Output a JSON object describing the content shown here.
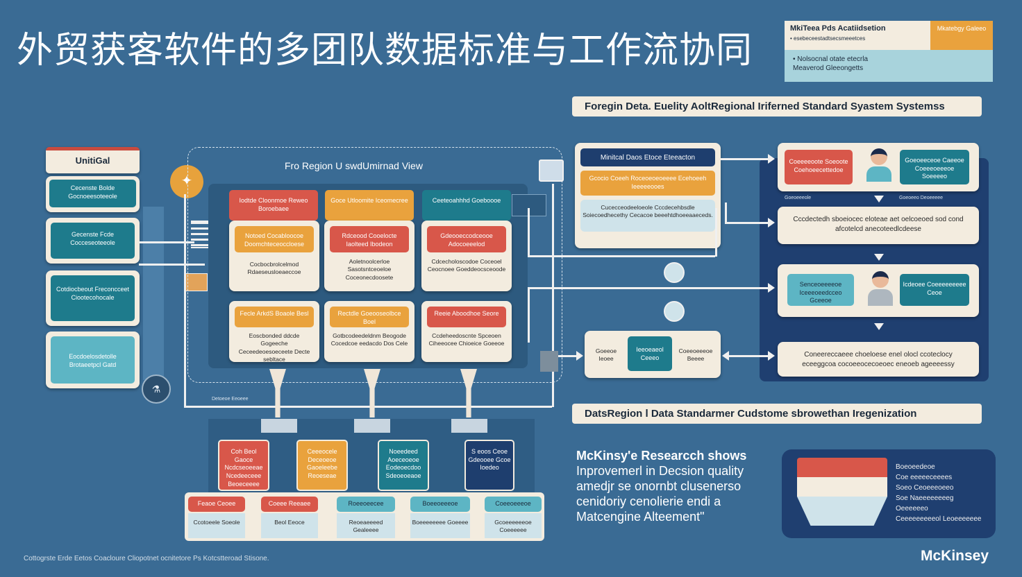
{
  "title": "外贸获客软件的多团队数据标准与工作流协同",
  "legend": {
    "header": "MkiTeea Pds Acatiidsetion",
    "header_sub": "• esebeceestadtsecsmeeetces",
    "side": "Mkatebgy Galeeo",
    "line1": "• Nolsocnal otate etecrla",
    "line2": "Meaverod Gleeongetts"
  },
  "banner_top": "Foregin Deta. Euelity AoltRegional Iriferned Standard Syastem Systemss",
  "banner_bottom": "DatsRegion l Data Standarmer Cudstome sbrowethan Iregenization",
  "left_column": {
    "header": "UnitiGal",
    "items": [
      "Cecenste Bolde Gocnoeesoteeole",
      "Gecenste Fcde Cocceseoteeole",
      "Cotdiocbeout Freconcceet Ciootecohocale",
      "Eocdoelosdetolle Brotaeetpcl Gatd"
    ]
  },
  "center": {
    "caption": "Fro Region U swdUmirnad View",
    "col_headers": [
      "Iodtde Cloonmoe Reweo Boroebaee",
      "Goce Utloomite Iceomecree",
      "Ceeteoahhhd Goeboooe"
    ],
    "mid_cards": [
      {
        "hdr": "Notoed Cocabloocoe Doomchteceoccloese",
        "txt": "Cocbocbrolcelmod Rdaeseusloeaeccoe"
      },
      {
        "hdr": "Rdceood Cooelocte Iaolteed Ibodeon",
        "txt": "Aoletnoolcerloe Sasotsntceoeloe Coceonecdoosete"
      },
      {
        "hdr": "Gdeooeccodceooe Adocoeeelod",
        "txt": "Cdcecholoscodoe Coceoel Ceocnoee Goeddeocsceoode"
      }
    ],
    "low_cards": [
      {
        "hdr": "Fecle ArkdS Boaole Besl",
        "txt": "Eoscbonded ddcde Gogeeche Ceceedeoesoeceete Decte sebltace"
      },
      {
        "hdr": "Rectdle Goeooseolbce Boel",
        "txt": "Gotbcodeedeldnm Beogode Cocedcoe eedacdo Dos Cele"
      },
      {
        "hdr": "Reeie Aboodhoe Seore",
        "txt": "Ccdeheedoscnte Spceoen Ciheeocee Chioeice Goeeoe"
      }
    ],
    "bottom_note": "Detoeoe Eeoeee"
  },
  "bottom_tiles": [
    {
      "label": "Coh Beol Gaoce Ncdcseoeeae Ncedeeceee Beoeceeee"
    },
    {
      "label": "Ceeeocele Deceoeoe Gaoeleebe Reoeseae"
    },
    {
      "label": "Noeedeed Aoeceoeoe Eodeoecdoo Sdeoeoeaoe"
    },
    {
      "label": "S eoos Ceoe Gdeooee Gcoe Ioedeo"
    }
  ],
  "bottom_row": [
    {
      "hdr": "Feaoe Ceoee",
      "txt": "Ccotoeele Soeole"
    },
    {
      "hdr": "Coeee Reeaee",
      "txt": "Beol Eeoce"
    },
    {
      "hdr": "Roeeoeecee",
      "txt": "Reoeaeeeed Gealeeee"
    },
    {
      "hdr": "Boeeoeeeoe",
      "txt": "Boeeeeeeee Goeeee"
    },
    {
      "hdr": "Coeeoeeeoe",
      "txt": "Gcoeeeeeeoe Coeeeeee"
    }
  ],
  "right_top_box": {
    "header": "Minitcal Daos Etoce Eteeacton",
    "row1": "Gcocio Coeeh Roceoeoeoeeee Ecehoeeh Ieeeeeooes",
    "row2": "Cucecceodeeloeole Cccdecehbsdle Soiecoedhecethy Cecacoe beeehtdhoeeaaeceds."
  },
  "right_panel": {
    "card1_left": "Coeeeeoote Soeoote Coehoeecettedoe",
    "card1_right": "Goeoeeceoe Caeeoe Coeeeoeeeoe Soeeeeo",
    "card2": "Cccdectedh sboeiocec eloteae aet oelcoeoed sod cond afcotelcd anecoteedlcdeese",
    "card3_left": "Senceoeeeeoe Iceeeoeedcceo Gceeoe",
    "card3_right": "Icdeoee Coeeeeeeeee Ceoe",
    "card4": "Coneereccaeee choeloese enel olocl ccoteclocy eceeggcoa cocoeeocecoeoec eneoeb ageeeessy",
    "note1": "Goeoeeeole",
    "note2": "Goeoeeo Deoeeeee"
  },
  "mid_node": {
    "left": "Goeeoe Ieoee",
    "center": "Ieeoeaeol Ceeeo",
    "right": "Coeeoeeeoe Beeee"
  },
  "research": {
    "line1": "McKinsy'e Researcch  shows",
    "line2": "Inprovemerl in Decsion quality",
    "line3": "amedjr se onornbt clusenerso",
    "line4": "cenidoriy cenolierie endi a",
    "line5": "Matcengine Alteement\""
  },
  "chart_box": {
    "bars": [
      "Boeoeedeoe",
      "Coe eeeeeceeees",
      "Soeo Ceoeeeoeeo",
      "Soe Naeeeeeeeeg",
      "Oeeeeeeo",
      "Ceeeeeeeeeol Leoeeeeeee"
    ]
  },
  "footer": "Cottogrste Erde Eetos Coacloure Cliopotnet ocnitetore Ps Kotcstteroad Stisone.",
  "brand": "McKinsey"
}
